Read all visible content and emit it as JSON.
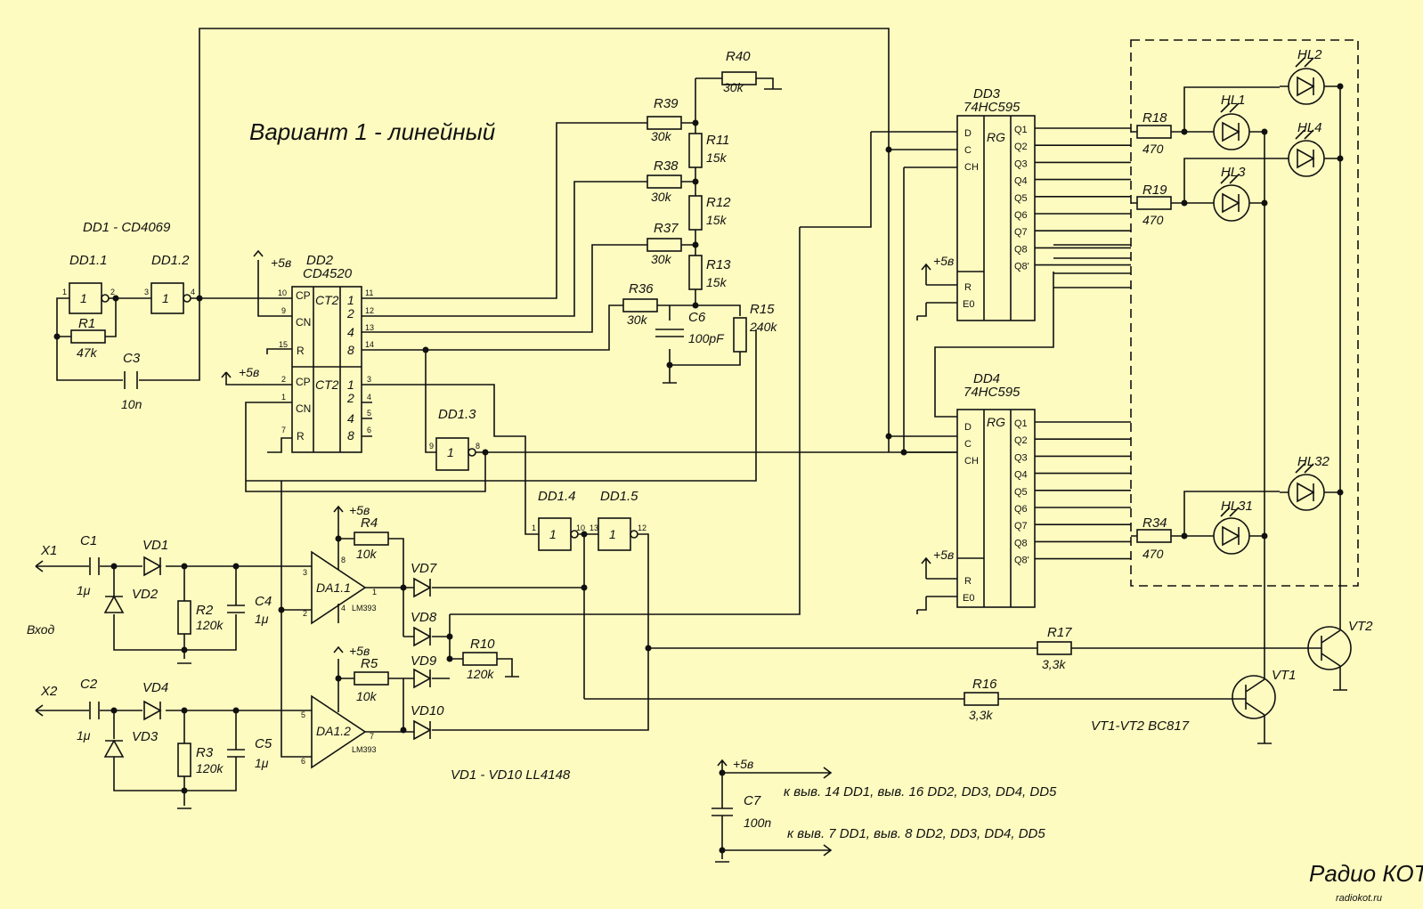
{
  "title": "Вариант 1 - линейный",
  "labels": {
    "dd1": "DD1 - CD4069",
    "dd11": "DD1.1",
    "dd12": "DD1.2",
    "dd13": "DD1.3",
    "dd14": "DD1.4",
    "dd15": "DD1.5",
    "dd2": "DD2",
    "dd2type": "CD4520",
    "dd3": "DD3",
    "dd3type": "74HC595",
    "dd4": "DD4",
    "dd4type": "74HC595",
    "da11": "DA1.1",
    "da12": "DA1.2",
    "lm393": "LM393",
    "x1": "X1",
    "x2": "X2",
    "vhod": "Вход",
    "vt1": "VT1",
    "vt2": "VT2",
    "vtnote": "VT1-VT2 BC817",
    "vdnote": "VD1 - VD10 LL4148",
    "pwr1": "к выв. 14 DD1, выв. 16 DD2, DD3, DD4, DD5",
    "pwr2": "к выв. 7 DD1, выв. 8 DD2, DD3, DD4, DD5",
    "plus5": "+5в"
  },
  "components": {
    "r1": [
      "R1",
      "47k"
    ],
    "r2": [
      "R2",
      "120k"
    ],
    "r3": [
      "R3",
      "120k"
    ],
    "r4": [
      "R4",
      "10k"
    ],
    "r5": [
      "R5",
      "10k"
    ],
    "r10": [
      "R10",
      "120k"
    ],
    "r11": [
      "R11",
      "15k"
    ],
    "r12": [
      "R12",
      "15k"
    ],
    "r13": [
      "R13",
      "15k"
    ],
    "r15": [
      "R15",
      "240k"
    ],
    "r16": [
      "R16",
      "3,3k"
    ],
    "r17": [
      "R17",
      "3,3k"
    ],
    "r18": [
      "R18",
      "470"
    ],
    "r19": [
      "R19",
      "470"
    ],
    "r34": [
      "R34",
      "470"
    ],
    "r36": [
      "R36",
      "30k"
    ],
    "r37": [
      "R37",
      "30k"
    ],
    "r38": [
      "R38",
      "30k"
    ],
    "r39": [
      "R39",
      "30k"
    ],
    "r40": [
      "R40",
      "30k"
    ],
    "c1": [
      "C1",
      "1μ"
    ],
    "c2": [
      "C2",
      "1μ"
    ],
    "c3": [
      "C3",
      "10n"
    ],
    "c4": [
      "C4",
      "1μ"
    ],
    "c5": [
      "C5",
      "1μ"
    ],
    "c6": [
      "C6",
      "100pF"
    ],
    "c7": [
      "C7",
      "100n"
    ],
    "vd1": "VD1",
    "vd2": "VD2",
    "vd3": "VD3",
    "vd4": "VD4",
    "vd7": "VD7",
    "vd8": "VD8",
    "vd9": "VD9",
    "vd10": "VD10",
    "hl1": "HL1",
    "hl2": "HL2",
    "hl3": "HL3",
    "hl4": "HL4",
    "hl31": "HL31",
    "hl32": "HL32"
  },
  "chip_text": {
    "ct2": "CT2",
    "rg": "RG",
    "one": "1",
    "ctpins": [
      "CP",
      "CN",
      "R"
    ],
    "ctouts": [
      "1",
      "2",
      "4",
      "8"
    ],
    "srin": [
      "D",
      "C",
      "CH"
    ],
    "srctl": [
      "R",
      "E0"
    ],
    "q": [
      "Q1",
      "Q2",
      "Q3",
      "Q4",
      "Q5",
      "Q6",
      "Q7",
      "Q8",
      "Q8'"
    ]
  },
  "watermark": [
    "Радио КОТ",
    "radiokot.ru"
  ]
}
